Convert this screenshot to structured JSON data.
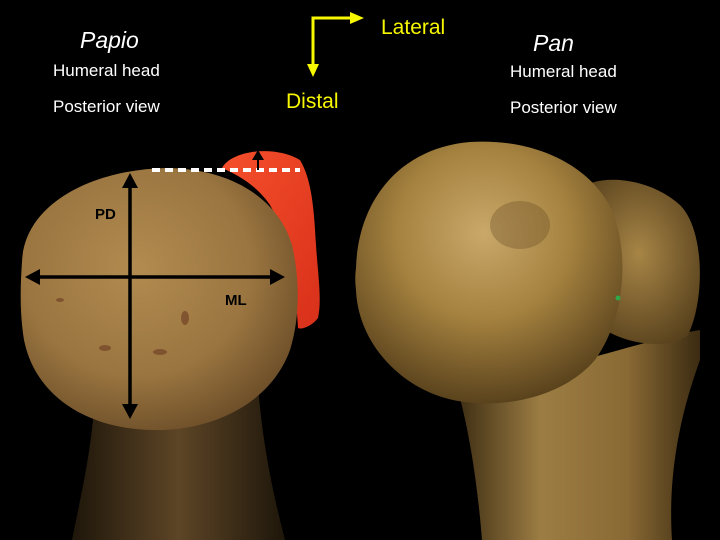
{
  "left_panel": {
    "species": "Papio",
    "line1": "Humeral head",
    "line2": "Posterior view",
    "pd_label": "PD",
    "ml_label": "ML"
  },
  "right_panel": {
    "species": "Pan",
    "line1": "Humeral head",
    "line2": "Posterior view"
  },
  "orientation": {
    "lateral_label": "Lateral",
    "distal_label": "Distal",
    "arrow_color": "#f7f700"
  },
  "colors": {
    "background": "#000000",
    "bone": "#a07c42",
    "highlight_region": "#f04020",
    "measure_lines": "#000000",
    "dotted_line": "#ffffff"
  }
}
